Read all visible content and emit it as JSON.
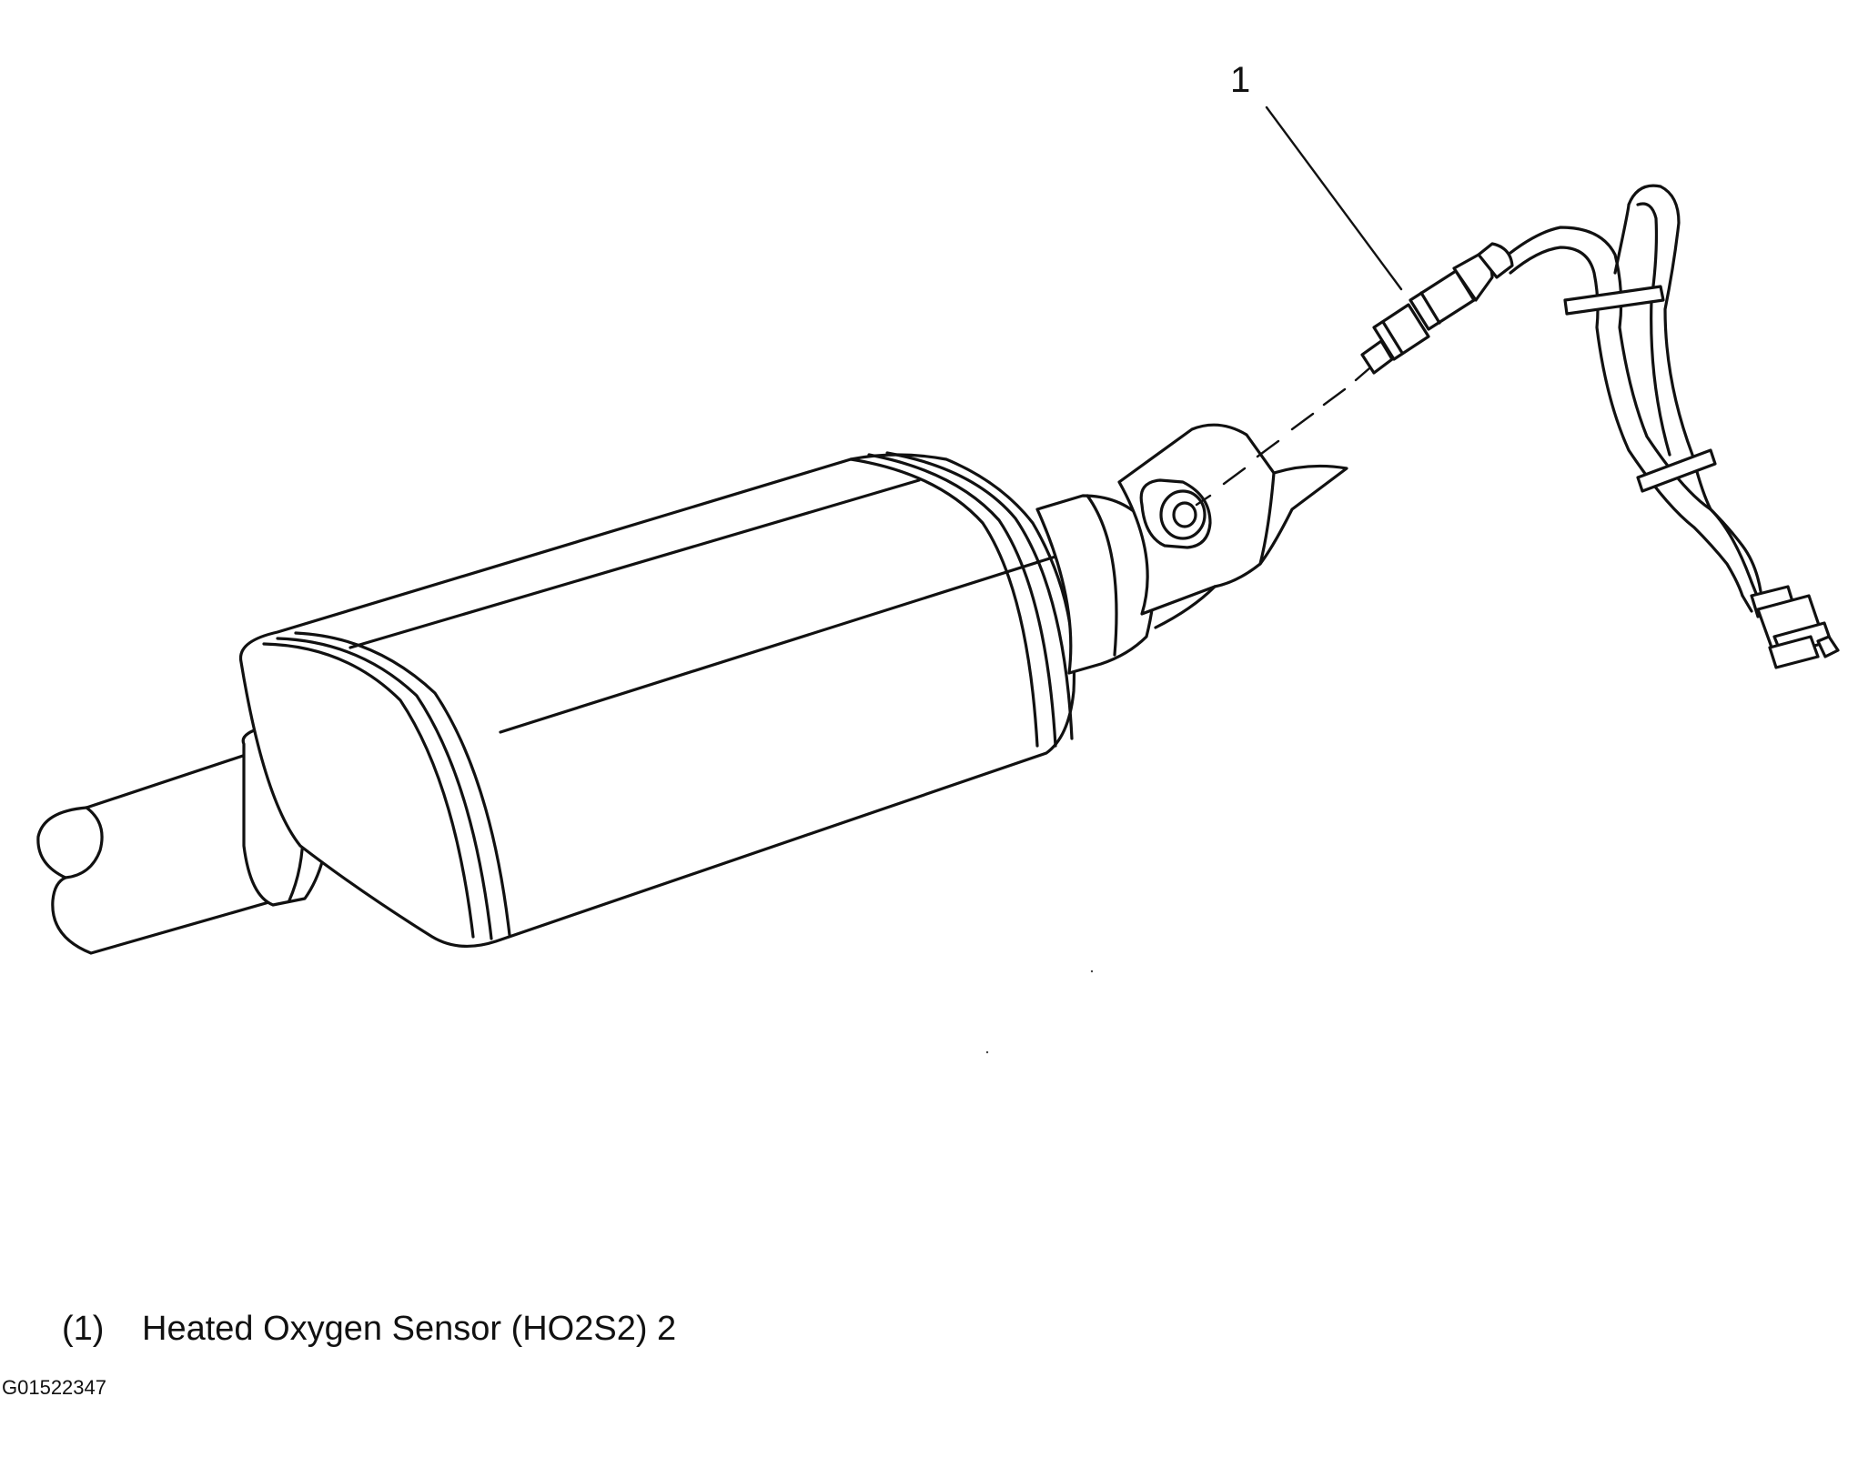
{
  "diagram": {
    "callout_label": "1",
    "legend": [
      {
        "number": "(1)",
        "description": "Heated Oxygen Sensor (HO2S2) 2"
      }
    ],
    "figure_code": "G01522347"
  }
}
